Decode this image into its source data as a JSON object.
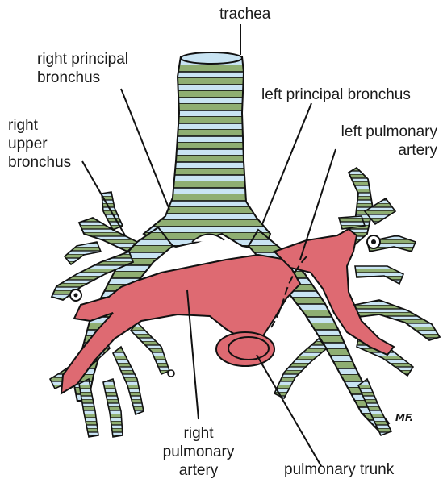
{
  "labels": {
    "trachea": "trachea",
    "right_principal_bronchus": [
      "right principal",
      "bronchus"
    ],
    "left_principal_bronchus": "left principal bronchus",
    "right_upper_bronchus": [
      "right",
      "upper",
      "bronchus"
    ],
    "left_pulmonary_artery": [
      "left pulmonary",
      "artery"
    ],
    "right_pulmonary_artery": [
      "right",
      "pulmonary",
      "artery"
    ],
    "pulmonary_trunk": "pulmonary trunk"
  },
  "signature": "MF.",
  "colors": {
    "airway_cartilage": "#8fae72",
    "airway_membrane": "#c9e4f3",
    "artery": "#de6a72",
    "outline": "#111111",
    "background": "#ffffff"
  }
}
